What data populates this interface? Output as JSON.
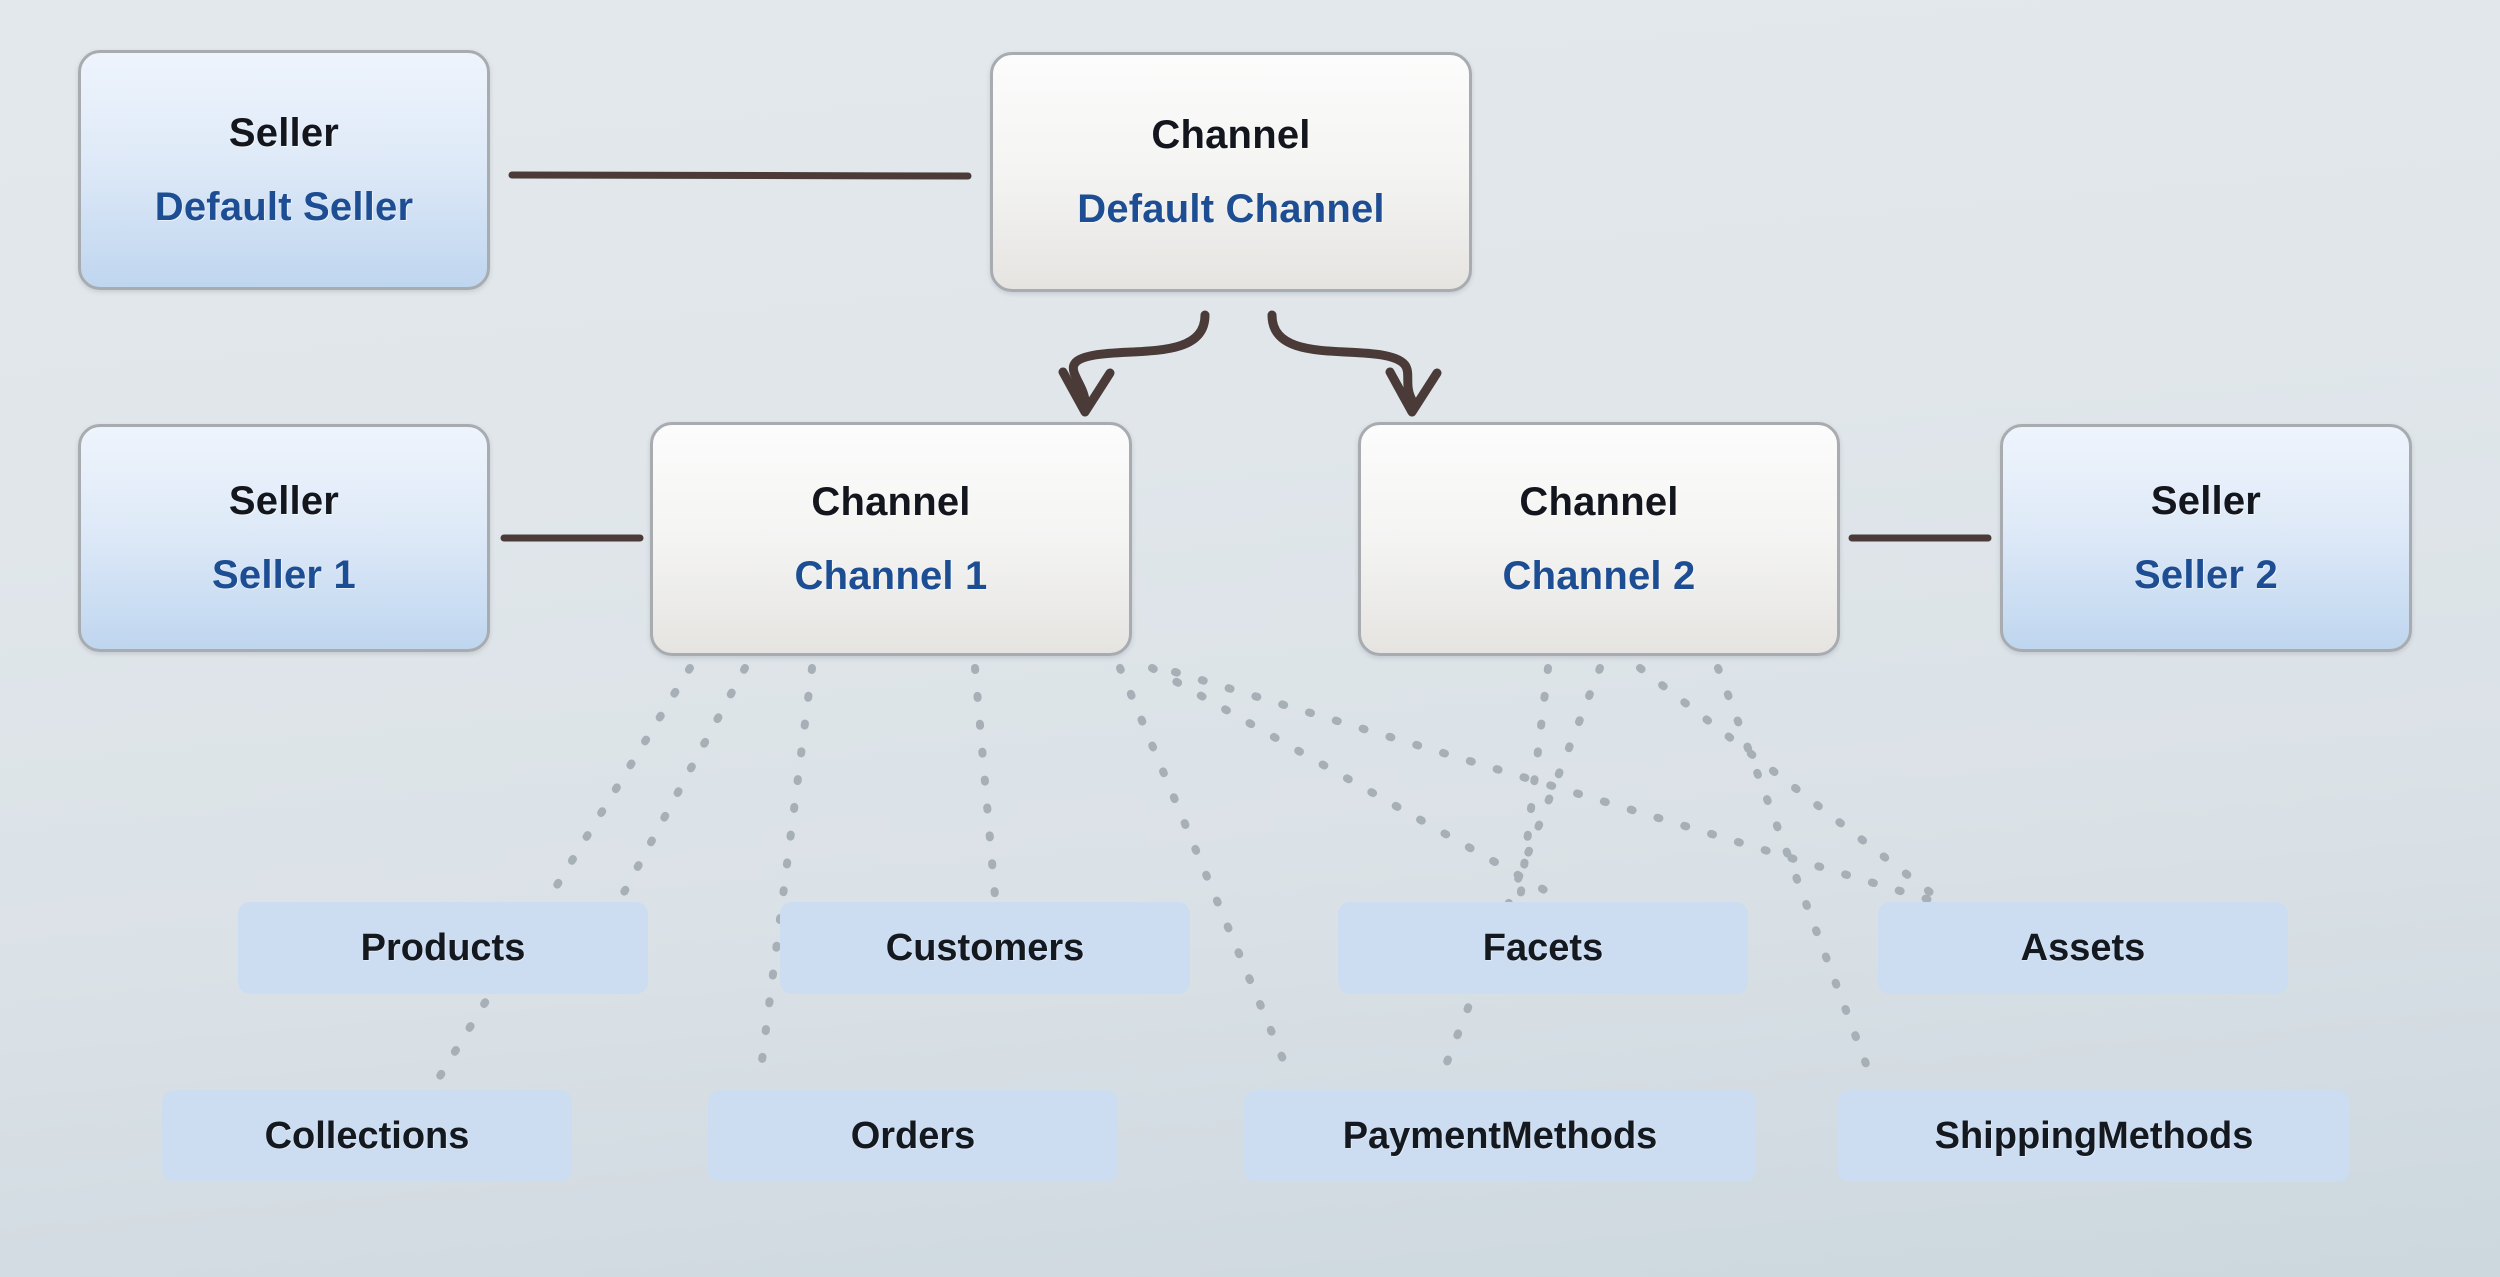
{
  "diagram": {
    "title": "Seller / Channel entity relationship diagram",
    "background_top_color": "#e3e8ec",
    "background_bottom_color": "#ccd7de",
    "colors": {
      "seller_fill_top": "#eef4fc",
      "seller_fill_bottom": "#bfd6ef",
      "channel_fill_top": "#fcfcfc",
      "channel_fill_bottom": "#e5e4e1",
      "node_border": "#a8acb0",
      "type_text": "#13161d",
      "name_text": "#1d4d93",
      "chip_fill": "#ccdcf1",
      "chip_text": "#14181f",
      "solid_link": "#4a3a38",
      "arrow_link": "#4a3a38",
      "dotted_link": "#a7b0b6"
    }
  },
  "nodes": {
    "default_seller": {
      "type": "Seller",
      "name": "Default Seller"
    },
    "default_channel": {
      "type": "Channel",
      "name": "Default Channel"
    },
    "seller_1": {
      "type": "Seller",
      "name": "Seller 1"
    },
    "channel_1": {
      "type": "Channel",
      "name": "Channel 1"
    },
    "channel_2": {
      "type": "Channel",
      "name": "Channel 2"
    },
    "seller_2": {
      "type": "Seller",
      "name": "Seller 2"
    }
  },
  "entities": {
    "row_top": [
      {
        "label": "Products"
      },
      {
        "label": "Customers"
      },
      {
        "label": "Facets"
      },
      {
        "label": "Assets"
      }
    ],
    "row_bottom": [
      {
        "label": "Collections"
      },
      {
        "label": "Orders"
      },
      {
        "label": "PaymentMethods"
      },
      {
        "label": "ShippingMethods"
      }
    ]
  },
  "links": {
    "default_seller_to_default_channel": {
      "style": "solid"
    },
    "seller_1_to_channel_1": {
      "style": "solid"
    },
    "channel_2_to_seller_2": {
      "style": "solid"
    },
    "default_channel_to_channel_1": {
      "style": "curved-arrow"
    },
    "default_channel_to_channel_2": {
      "style": "curved-arrow"
    },
    "channel_to_entity": {
      "style": "dotted"
    }
  }
}
